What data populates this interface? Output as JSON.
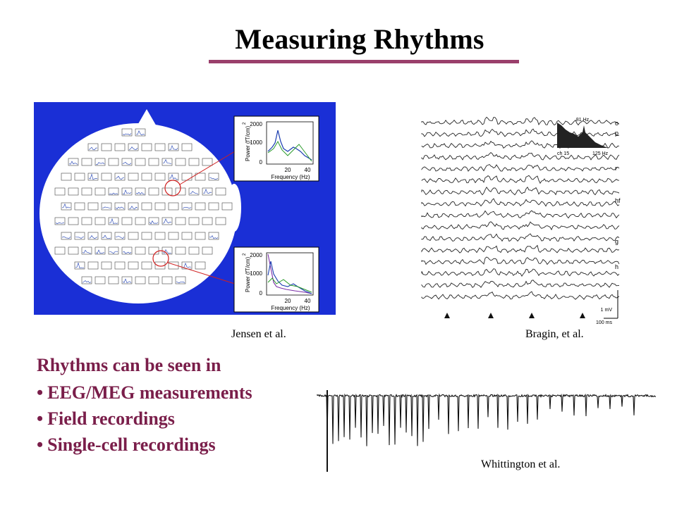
{
  "slide": {
    "title": "Measuring Rhythms"
  },
  "figures": {
    "meg": {
      "caption": "Jensen et al.",
      "inset_top": {
        "ylabel": "Power (fT/cm)",
        "ylabel_sup": "2",
        "xlabel": "Frequency (Hz)",
        "yticks": [
          "2000",
          "1000",
          "0"
        ],
        "xticks": [
          "20",
          "40"
        ]
      },
      "inset_bottom": {
        "ylabel": "Power (fT/cm)",
        "ylabel_sup": "2",
        "xlabel": "Frequency (Hz)",
        "yticks": [
          "2000",
          "1000",
          "0"
        ],
        "xticks": [
          "20",
          "40"
        ]
      }
    },
    "lfp": {
      "caption": "Bragin, et al.",
      "inset_peak": "81 Hz",
      "inset_left": "ch 15",
      "inset_right": "125 Hz",
      "trace_labels": [
        "o",
        "p",
        "r",
        "hf",
        "g",
        "h"
      ],
      "scale_v": "1 mV",
      "scale_t": "100 ms"
    },
    "cell": {
      "caption": "Whittington et al."
    }
  },
  "bullets": {
    "heading": "Rhythms can be seen in",
    "items": [
      "EEG/MEG measurements",
      "Field recordings",
      "Single-cell recordings"
    ]
  },
  "colors": {
    "accent": "#9a3f6b",
    "text_accent": "#7a1e4a",
    "meg_background": "#1a2fd6"
  }
}
